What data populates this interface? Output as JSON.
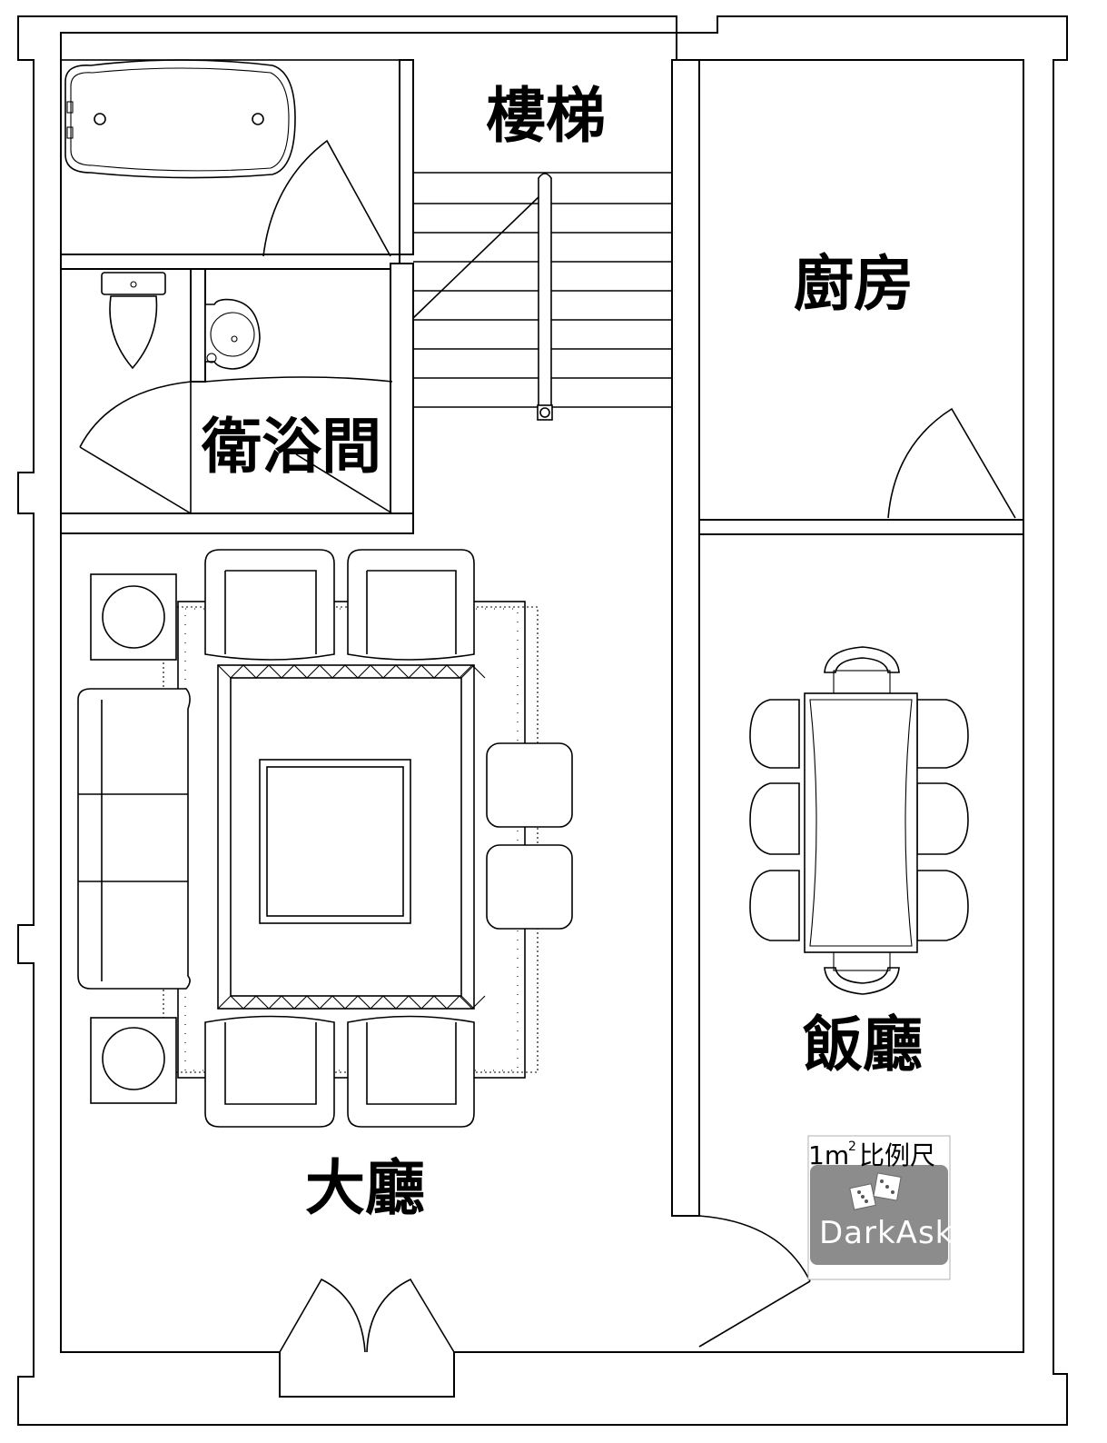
{
  "rooms": {
    "stairs": "樓梯",
    "kitchen": "廚房",
    "bathroom": "衛浴間",
    "dining": "飯廳",
    "living": "大廳"
  },
  "scale_badge": {
    "unit": "1m",
    "superscript": "2",
    "label": "比例尺",
    "logo": "DarkAsk"
  },
  "colors": {
    "line": "#000000",
    "background": "#ffffff",
    "badge_gray": "#8c8c8c"
  }
}
